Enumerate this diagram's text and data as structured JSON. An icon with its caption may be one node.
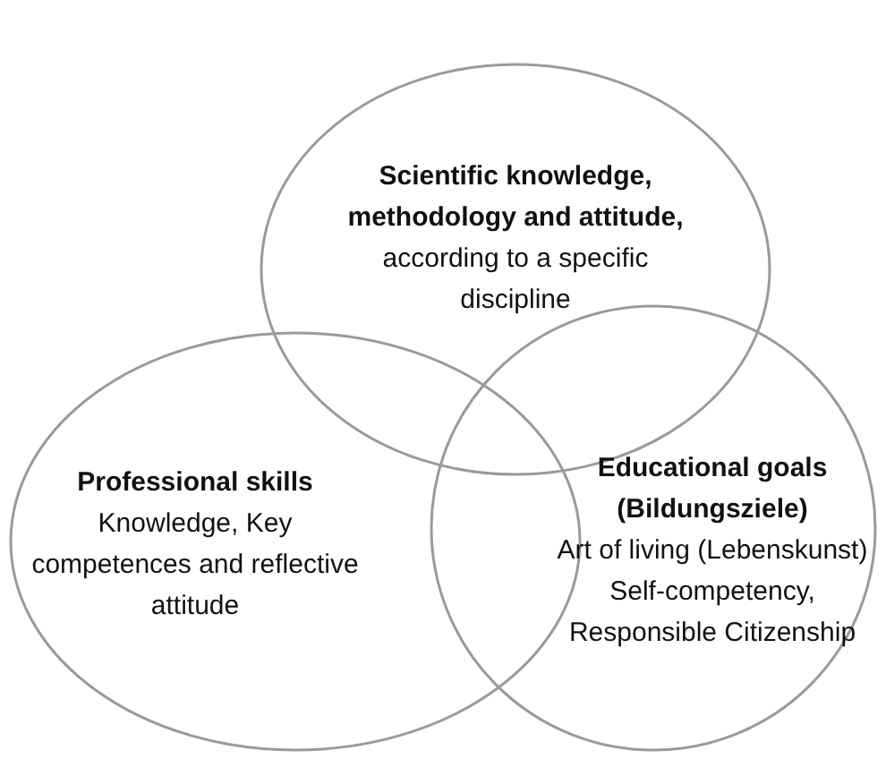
{
  "diagram": {
    "nodes": [
      {
        "text": [
          "**Scientific knowledge, methodology and attitude,** according to a specific discipline"
        ]
      },
      {
        "text": [
          "Professional skills",
          "Knowledge, Key competences and reflective attitude"
        ]
      },
      {
        "text": [
          "Educational goals (Bildungsziele)",
          "Art of living (Lebenskunst) Self-competency, Responsible Citizenship"
        ]
      }
    ]
  }
}
